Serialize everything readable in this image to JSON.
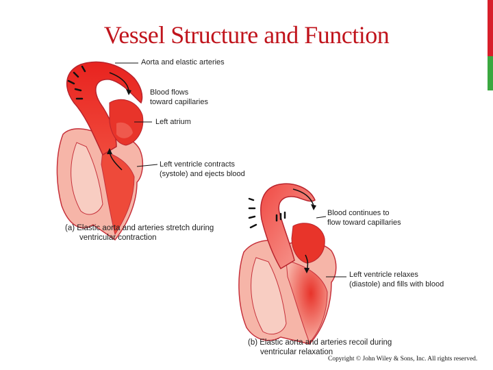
{
  "slide": {
    "title": "Vessel Structure and Function",
    "copyright": "Copyright © John Wiley & Sons, Inc. All rights reserved.",
    "accent_colors": {
      "title": "#c0141c",
      "stripe_red": "#d81e2a",
      "stripe_green": "#3aa840"
    }
  },
  "panel_a": {
    "labels": {
      "aorta": "Aorta and elastic arteries",
      "flow_line1": "Blood flows",
      "flow_line2": "toward capillaries",
      "atrium": "Left atrium",
      "ventricle_line1": "Left ventricle contracts",
      "ventricle_line2": "(systole) and ejects blood"
    },
    "caption_line1": "(a) Elastic aorta and arteries stretch during",
    "caption_line2": "ventricular contraction"
  },
  "panel_b": {
    "labels": {
      "continue_line1": "Blood continues to",
      "continue_line2": "flow toward capillaries",
      "relax_line1": "Left ventricle relaxes",
      "relax_line2": "(diastole) and fills with blood"
    },
    "caption_line1": "(b) Elastic aorta and arteries recoil during",
    "caption_line2": "ventricular relaxation"
  }
}
